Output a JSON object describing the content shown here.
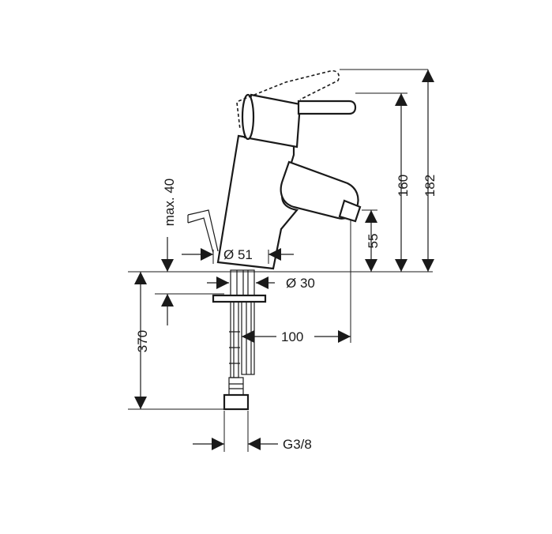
{
  "dimensions": {
    "total_height": "182",
    "spout_height": "160",
    "outlet_height": "55",
    "pop_up_max": "max. 40",
    "body_diameter": "Ø 51",
    "shank_diameter": "Ø 30",
    "projection": "100",
    "hose_length": "370",
    "connection_thread": "G3/8"
  }
}
